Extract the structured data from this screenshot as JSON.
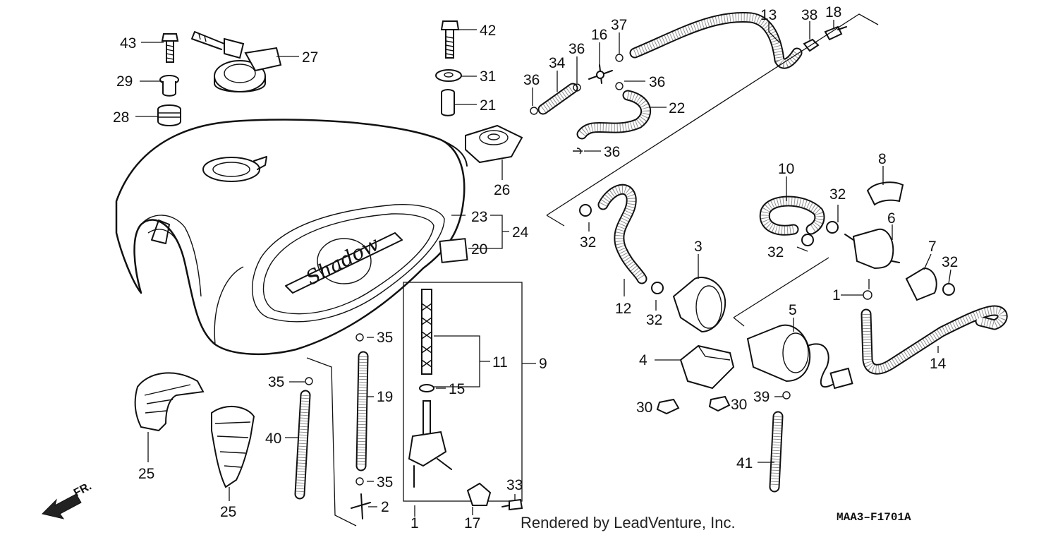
{
  "diagram": {
    "part_labels": [
      "1",
      "2",
      "3",
      "4",
      "5",
      "6",
      "7",
      "8",
      "9",
      "10",
      "11",
      "12",
      "13",
      "14",
      "15",
      "16",
      "17",
      "18",
      "19",
      "20",
      "21",
      "22",
      "23",
      "24",
      "25",
      "26",
      "27",
      "28",
      "29",
      "30",
      "31",
      "32",
      "33",
      "34",
      "35",
      "36",
      "37",
      "38",
      "39",
      "40",
      "41",
      "42",
      "43"
    ],
    "tank_badge": "Shadow",
    "direction_label": "FR.",
    "credit": "Rendered by LeadVenture, Inc.",
    "diagram_code": "MAA3–F1701A"
  }
}
